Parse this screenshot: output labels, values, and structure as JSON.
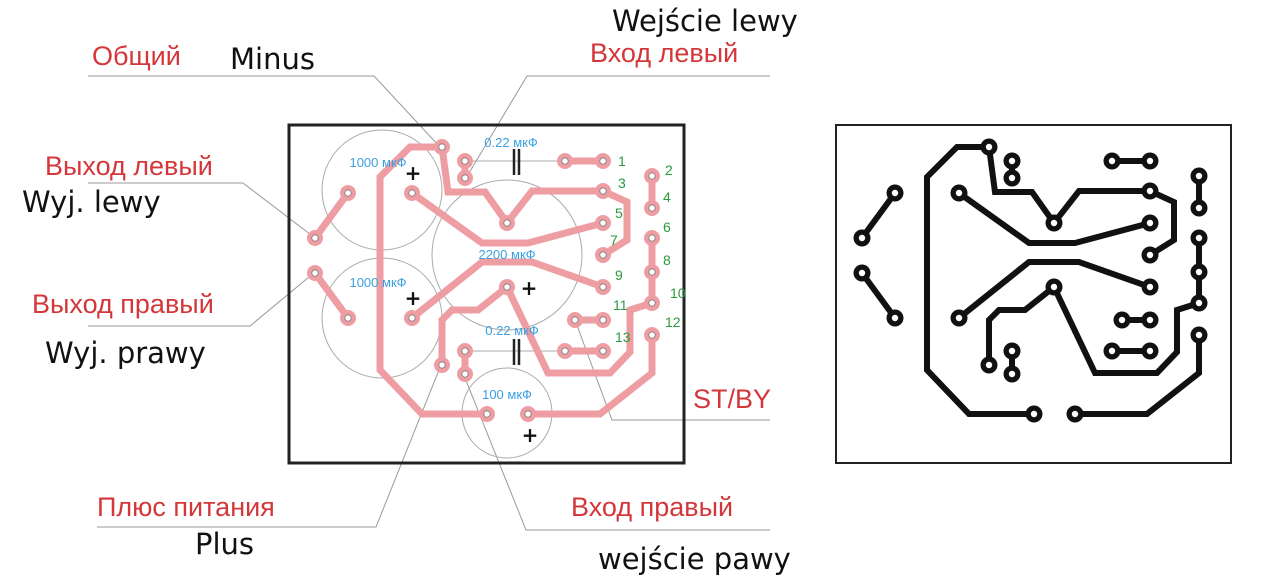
{
  "labels": {
    "common_ru": "Общий",
    "common_pl": "Minus",
    "input_left_pl": "Wejście lewy",
    "input_left_ru": "Вход левый",
    "output_left_ru": "Выход левый",
    "output_left_pl": "Wyj. lewy",
    "output_right_ru": "Выход правый",
    "output_right_pl": "Wyj. prawy",
    "standby": "ST/BY",
    "power_plus_ru": "Плюс питания",
    "power_plus_pl": "Plus",
    "input_right_ru": "Вход правый",
    "input_right_pl": "wejście pawy"
  },
  "components": {
    "c_top": "0.22 мкФ",
    "c_bottom": "0.22 мкФ",
    "c_out_left": "1000 мкФ",
    "c_out_right": "1000 мкФ",
    "c_main": "2200 мкФ",
    "c_small": "100 мкФ",
    "plus": "+"
  },
  "pins": [
    "1",
    "2",
    "3",
    "4",
    "5",
    "6",
    "7",
    "8",
    "9",
    "10",
    "11",
    "12",
    "13"
  ],
  "colors": {
    "label_red": "#d4373a",
    "trace_pink": "#ee9ea3",
    "trace_black": "#111111",
    "component_blue": "#3aa0e0",
    "pin_green": "#2a9a40"
  }
}
